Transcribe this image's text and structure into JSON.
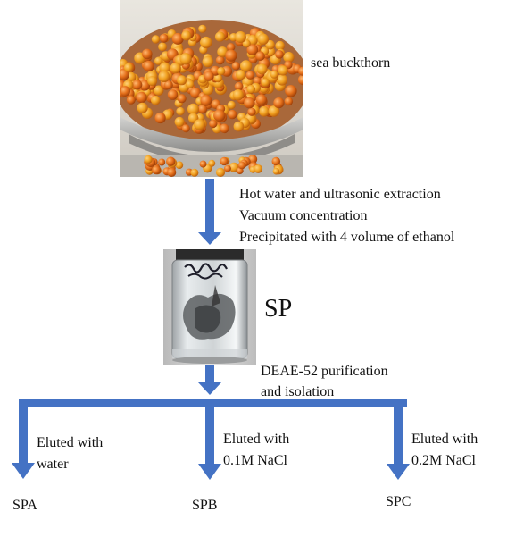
{
  "source_label": "sea buckthorn",
  "step1": {
    "lines": [
      "Hot water and ultrasonic extraction",
      "Vacuum concentration",
      "Precipitated with 4 volume of ethanol"
    ]
  },
  "intermediate_label": "SP",
  "step2": {
    "lines": [
      "DEAE-52 purification",
      "and isolation"
    ]
  },
  "branches": [
    {
      "condition_lines": [
        "Eluted with",
        "water"
      ],
      "product": "SPA"
    },
    {
      "condition_lines": [
        "Eluted with",
        "0.1M NaCl"
      ],
      "product": "SPB"
    },
    {
      "condition_lines": [
        "Eluted with",
        "0.2M NaCl"
      ],
      "product": "SPC"
    }
  ],
  "colors": {
    "arrow": "#4472c4",
    "text": "#111111",
    "background": "#ffffff"
  },
  "icons": {
    "berries_photo": "sea-buckthorn-berries-photo",
    "jar_photo": "sp-jar-photo"
  }
}
